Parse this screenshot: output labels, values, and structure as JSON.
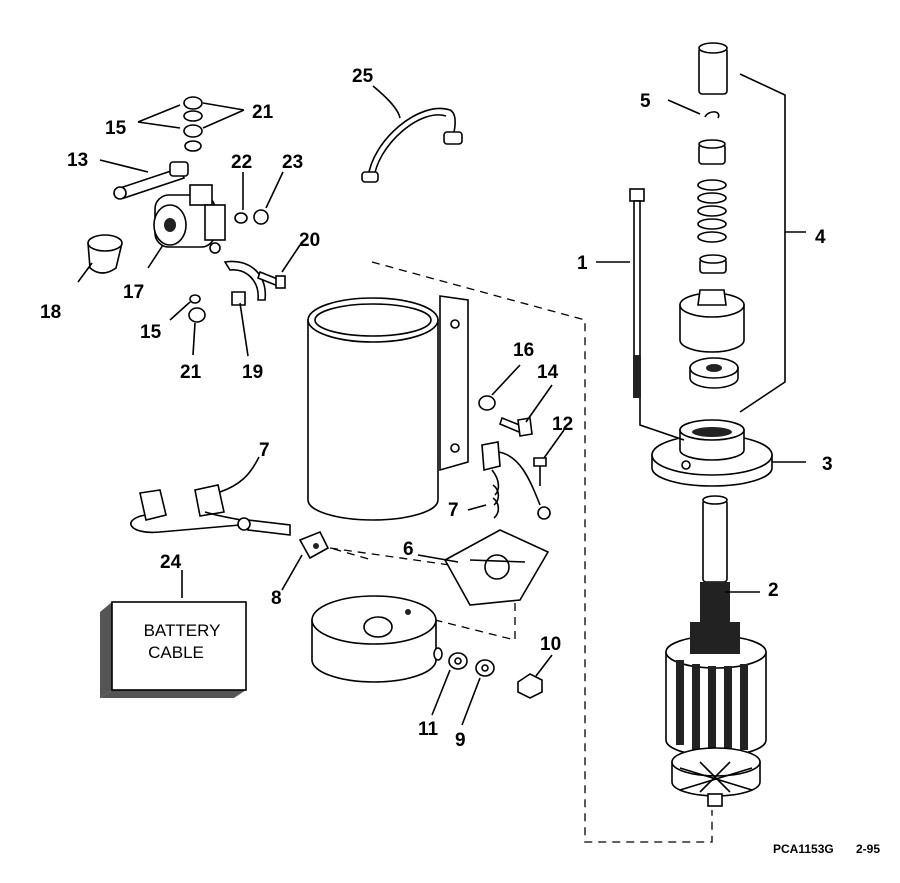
{
  "diagram": {
    "callouts": {
      "c1": "1",
      "c2": "2",
      "c3": "3",
      "c4": "4",
      "c5": "5",
      "c6": "6",
      "c7a": "7",
      "c7b": "7",
      "c8": "8",
      "c9": "9",
      "c10": "10",
      "c11": "11",
      "c12": "12",
      "c13": "13",
      "c14": "14",
      "c15a": "15",
      "c15b": "15",
      "c16": "16",
      "c17": "17",
      "c18": "18",
      "c19": "19",
      "c20": "20",
      "c21a": "21",
      "c21b": "21",
      "c22": "22",
      "c23": "23",
      "c24": "24",
      "c25": "25"
    },
    "battery_cable_box": {
      "line1": "BATTERY",
      "line2": "CABLE"
    },
    "footer": {
      "code": "PCA1153G",
      "date": "2-95"
    }
  }
}
